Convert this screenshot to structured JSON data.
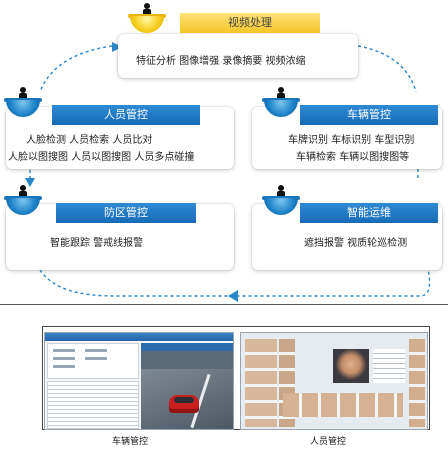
{
  "nodes": {
    "video": {
      "title": "视频处理",
      "lines": [
        "特征分析  图像增强  录像摘要  视频浓缩"
      ]
    },
    "person": {
      "title": "人员管控",
      "lines": [
        "人脸检测   人员检索   人员比对",
        "人脸以图搜图  人员以图搜图  人员多点碰撞"
      ]
    },
    "vehicle": {
      "title": "车辆管控",
      "lines": [
        "车牌识别  车标识别  车型识别",
        "车辆检索  车辆以图搜图等"
      ]
    },
    "zone": {
      "title": "防区管控",
      "lines": [
        "智能跟踪  警戒线报警"
      ]
    },
    "ops": {
      "title": "智能运维",
      "lines": [
        "遮挡报警  视质轮巡检测"
      ]
    }
  },
  "captions": {
    "left": "车辆管控",
    "right": "人员管控"
  },
  "colors": {
    "blue_header": "#1f78c1",
    "yellow_header": "#f6c526",
    "arrow": "#2a86c9"
  }
}
